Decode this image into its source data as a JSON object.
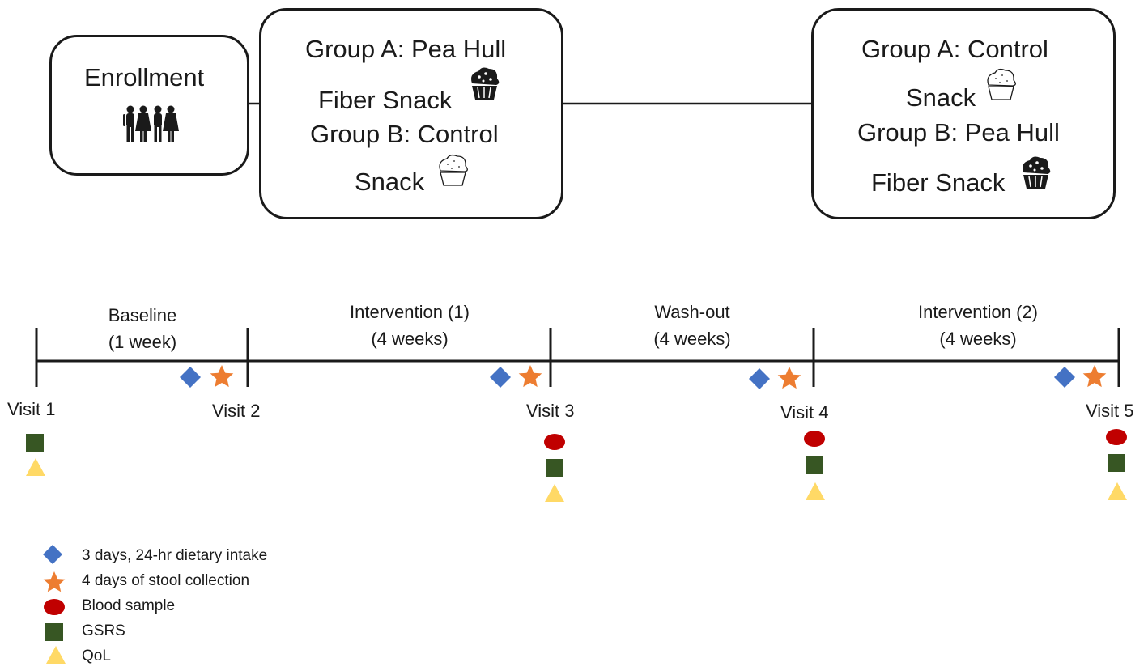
{
  "boxes": {
    "enrollment": {
      "title": "Enrollment",
      "icon": "people-group-icon"
    },
    "period1": {
      "line1": "Group A: Pea Hull",
      "line2": "Fiber Snack",
      "line3": "Group B: Control",
      "line4": "Snack"
    },
    "period2": {
      "line1": "Group A: Control",
      "line2": "Snack",
      "line3": "Group B: Pea Hull",
      "line4": "Fiber Snack"
    }
  },
  "phases": [
    {
      "name": "Baseline",
      "duration": "(1 week)"
    },
    {
      "name": "Intervention (1)",
      "duration": "(4 weeks)"
    },
    {
      "name": "Wash-out",
      "duration": "(4 weeks)"
    },
    {
      "name": "Intervention (2)",
      "duration": "(4 weeks)"
    }
  ],
  "visits": [
    "Visit 1",
    "Visit 2",
    "Visit 3",
    "Visit 4",
    "Visit 5"
  ],
  "legend": [
    {
      "label": "3 days, 24-hr dietary intake",
      "icon": "blue-diamond-icon",
      "color": "#4472c4"
    },
    {
      "label": "4 days of stool collection",
      "icon": "orange-star-icon",
      "color": "#ed7d31"
    },
    {
      "label": "Blood sample",
      "icon": "red-ellipse-icon",
      "color": "#c00000"
    },
    {
      "label": "GSRS",
      "icon": "green-square-icon",
      "color": "#375623"
    },
    {
      "label": "QoL",
      "icon": "yellow-triangle-icon",
      "color": "#ffd966"
    }
  ],
  "icons": {
    "pea_hull_snack": "dark-muffin-icon",
    "control_snack": "outline-muffin-icon"
  }
}
